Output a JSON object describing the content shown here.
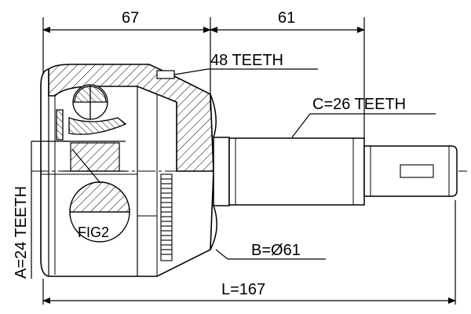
{
  "dimensions": {
    "left_length": "67",
    "right_length": "61",
    "total_length": "L=167"
  },
  "callouts": {
    "abs_ring": "48 TEETH",
    "outer_spline": "C=26 TEETH",
    "inner_spline": "A=24 TEETH",
    "seal_diameter": "B=Ø61",
    "figure_ref": "FIG2"
  }
}
